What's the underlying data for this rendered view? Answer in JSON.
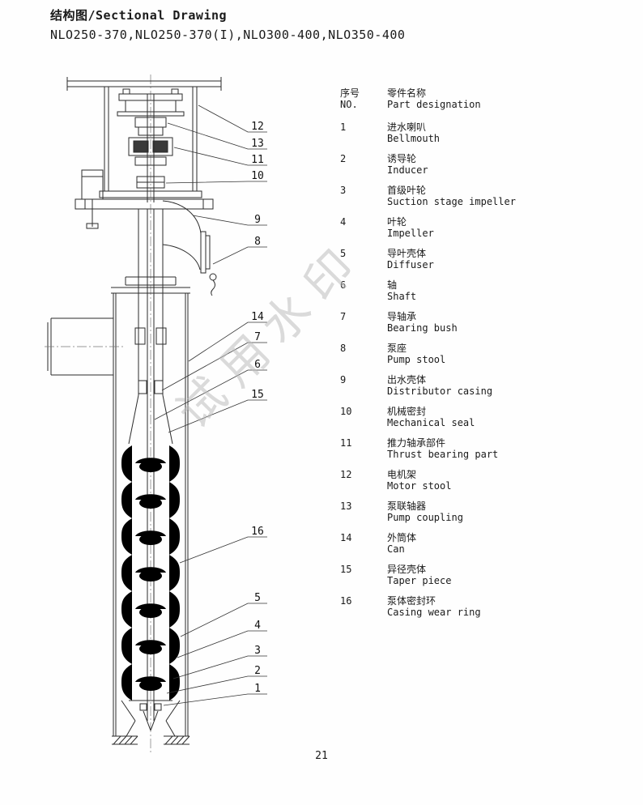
{
  "page": {
    "title": "结构图/Sectional Drawing",
    "models": "NLO250-370,NLO250-370(I),NLO300-400,NLO350-400",
    "page_number": "21",
    "watermark": "试用水印"
  },
  "parts_table": {
    "header": {
      "no_cn": "序号",
      "no_en": "NO.",
      "name_cn": "零件名称",
      "name_en": "Part designation"
    },
    "rows": [
      {
        "no": "1",
        "cn": "进水喇叭",
        "en": "Bellmouth"
      },
      {
        "no": "2",
        "cn": "诱导轮",
        "en": "Inducer"
      },
      {
        "no": "3",
        "cn": "首级叶轮",
        "en": "Suction stage impeller"
      },
      {
        "no": "4",
        "cn": "叶轮",
        "en": "Impeller"
      },
      {
        "no": "5",
        "cn": "导叶壳体",
        "en": "Diffuser"
      },
      {
        "no": "6",
        "cn": "轴",
        "en": "Shaft"
      },
      {
        "no": "7",
        "cn": "导轴承",
        "en": "Bearing bush"
      },
      {
        "no": "8",
        "cn": "泵座",
        "en": "Pump stool"
      },
      {
        "no": "9",
        "cn": "出水壳体",
        "en": "Distributor casing"
      },
      {
        "no": "10",
        "cn": "机械密封",
        "en": "Mechanical seal"
      },
      {
        "no": "11",
        "cn": "推力轴承部件",
        "en": "Thrust bearing part"
      },
      {
        "no": "12",
        "cn": "电机架",
        "en": "Motor stool"
      },
      {
        "no": "13",
        "cn": "泵联轴器",
        "en": "Pump coupling"
      },
      {
        "no": "14",
        "cn": "外筒体",
        "en": "Can"
      },
      {
        "no": "15",
        "cn": "异径壳体",
        "en": "Taper piece"
      },
      {
        "no": "16",
        "cn": "泵体密封环",
        "en": "Casing wear ring"
      }
    ]
  },
  "drawing": {
    "callouts": [
      {
        "label": "12"
      },
      {
        "label": "13"
      },
      {
        "label": "11"
      },
      {
        "label": "10"
      },
      {
        "label": "9"
      },
      {
        "label": "8"
      },
      {
        "label": "14"
      },
      {
        "label": "7"
      },
      {
        "label": "6"
      },
      {
        "label": "15"
      },
      {
        "label": "16"
      },
      {
        "label": "5"
      },
      {
        "label": "4"
      },
      {
        "label": "3"
      },
      {
        "label": "2"
      },
      {
        "label": "1"
      }
    ]
  }
}
